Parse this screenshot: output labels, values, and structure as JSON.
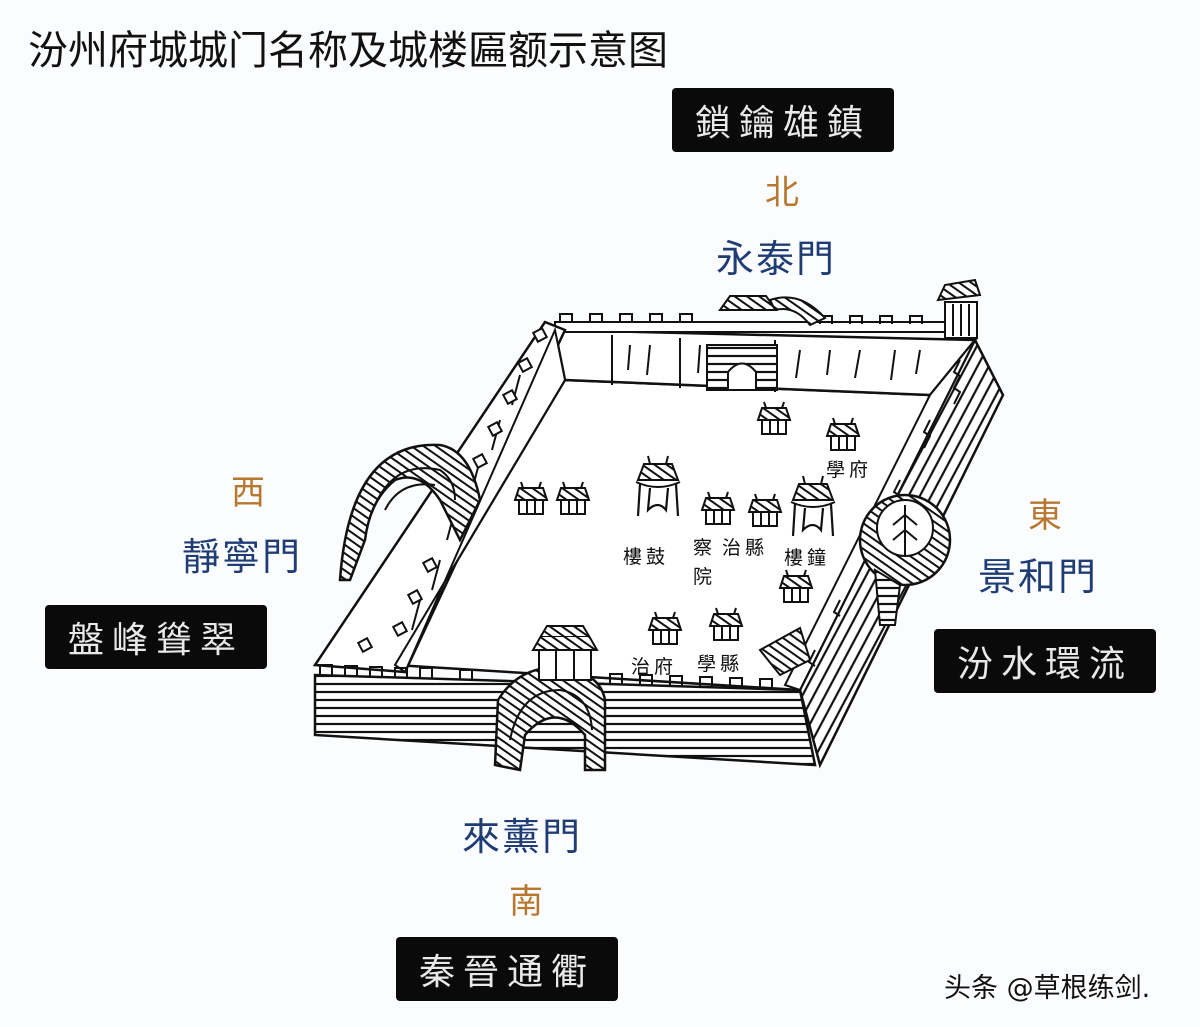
{
  "title": "汾州府城城门名称及城楼匾额示意图",
  "gates": {
    "north": {
      "direction": "北",
      "gate_name": "永泰門",
      "plaque": "鎖鑰雄鎮"
    },
    "west": {
      "direction": "西",
      "gate_name": "靜寧門",
      "plaque": "盤峰聳翠"
    },
    "east": {
      "direction": "東",
      "gate_name": "景和門",
      "plaque": "汾水環流"
    },
    "south": {
      "direction": "南",
      "gate_name": "來薰門",
      "plaque": "秦晉通衢"
    }
  },
  "map_labels": {
    "gulou": "樓鼓",
    "chayuan_1": "察",
    "chayuan_2": "院",
    "xianzhi": "治縣",
    "zhonglou": "樓鐘",
    "fuxue": "學府",
    "fuzhi": "治府",
    "xianxue": "學縣"
  },
  "colors": {
    "plaque_bg": "#0a0a0a",
    "plaque_text": "#e9e9e9",
    "direction": "#b8772e",
    "gate_name": "#1f3d74"
  },
  "watermark": "头条 @草根练剑."
}
